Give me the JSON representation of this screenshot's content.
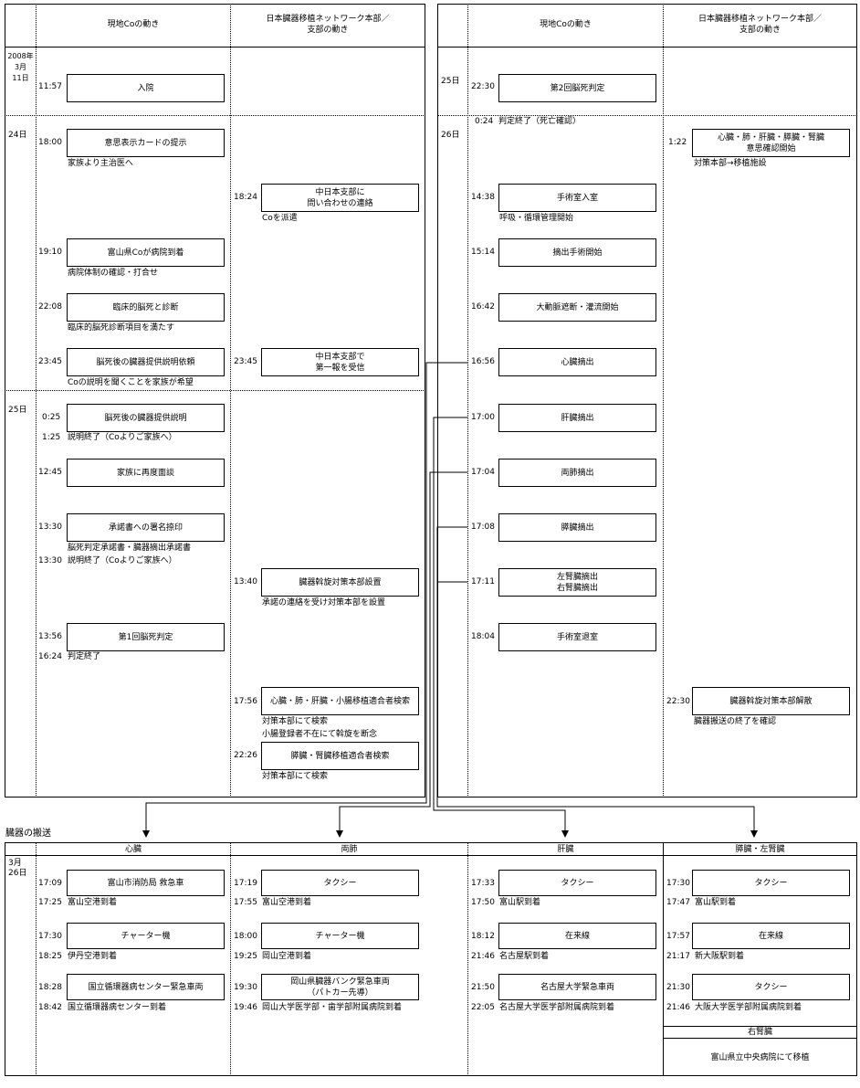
{
  "headers": {
    "col_co": "現地Coの動き",
    "col_net": "日本臓器移植ネットワーク本部／\n支部の動き"
  },
  "left_panel": {
    "days": [
      {
        "id": "d11",
        "label": "2008年\n3月\n11日"
      },
      {
        "id": "d24",
        "label": "24日"
      },
      {
        "id": "d25",
        "label": "25日"
      }
    ],
    "events": [
      {
        "id": "e1",
        "time": "11:57",
        "box": "入院",
        "note": ""
      },
      {
        "id": "e2",
        "time": "18:00",
        "box": "意思表示カードの提示",
        "note": "家族より主治医へ"
      },
      {
        "id": "e3",
        "time": "18:24",
        "box": "中日本支部に\n問い合わせの連絡",
        "note": "Coを派遣"
      },
      {
        "id": "e4",
        "time": "19:10",
        "box": "富山県Coが病院到着",
        "note": "病院体制の確認・打合せ"
      },
      {
        "id": "e5",
        "time": "22:08",
        "box": "臨床的脳死と診断",
        "note": "臨床的脳死診断項目を満たす"
      },
      {
        "id": "e6",
        "time": "23:45",
        "box": "脳死後の臓器提供説明依頼",
        "note": "Coの説明を聞くことを家族が希望"
      },
      {
        "id": "e7",
        "time": "23:45",
        "box": "中日本支部で\n第一報を受信",
        "note": ""
      },
      {
        "id": "e8",
        "time": "0:25",
        "box": "脳死後の臓器提供説明",
        "note": "説明終了（Coよりご家族へ）",
        "note_time": "1:25"
      },
      {
        "id": "e9",
        "time": "12:45",
        "box": "家族に再度面談",
        "note": ""
      },
      {
        "id": "e10",
        "time": "13:30",
        "box": "承諾書への署名捺印",
        "note": "脳死判定承諾書・臓器摘出承諾書",
        "note2_time": "13:30",
        "note2": "説明終了（Coよりご家族へ）"
      },
      {
        "id": "e11",
        "time": "13:40",
        "box": "臓器斡旋対策本部設置",
        "note": "承諾の連絡を受け対策本部を設置"
      },
      {
        "id": "e12",
        "time": "13:56",
        "box": "第1回脳死判定",
        "note": "判定終了",
        "note_time": "16:24"
      },
      {
        "id": "e13",
        "time": "17:56",
        "box": "心臓・肺・肝臓・小腸移植適合者検索",
        "note": "対策本部にて検索",
        "note2": "小腸登録者不在にて斡旋を断念"
      },
      {
        "id": "e14",
        "time": "22:26",
        "box": "膵臓・腎臓移植適合者検索",
        "note": "対策本部にて検索"
      }
    ]
  },
  "right_panel": {
    "days": [
      {
        "id": "r25",
        "label": "25日"
      },
      {
        "id": "r26",
        "label": "26日"
      }
    ],
    "events": [
      {
        "id": "f1",
        "time": "22:30",
        "box": "第2回脳死判定",
        "note": ""
      },
      {
        "id": "f2",
        "time": "0:24",
        "box": "",
        "note": "判定終了（死亡確認）"
      },
      {
        "id": "f3",
        "time": "1:22",
        "box": "心臓・肺・肝臓・膵臓・腎臓\n意思確認開始",
        "note": "対策本部→移植施設"
      },
      {
        "id": "f4",
        "time": "14:38",
        "box": "手術室入室",
        "note": "呼吸・循環管理開始"
      },
      {
        "id": "f5",
        "time": "15:14",
        "box": "摘出手術開始",
        "note": ""
      },
      {
        "id": "f6",
        "time": "16:42",
        "box": "大動脈遮断・灌流開始",
        "note": ""
      },
      {
        "id": "f7",
        "time": "16:56",
        "box": "心臓摘出",
        "note": ""
      },
      {
        "id": "f8",
        "time": "17:00",
        "box": "肝臓摘出",
        "note": ""
      },
      {
        "id": "f9",
        "time": "17:04",
        "box": "両肺摘出",
        "note": ""
      },
      {
        "id": "f10",
        "time": "17:08",
        "box": "膵臓摘出",
        "note": ""
      },
      {
        "id": "f11",
        "time": "17:11",
        "box": "左腎臓摘出\n右腎臓摘出",
        "note": ""
      },
      {
        "id": "f12",
        "time": "18:04",
        "box": "手術室退室",
        "note": ""
      },
      {
        "id": "f13",
        "time": "22:30",
        "box": "臓器斡旋対策本部解散",
        "note": "臓器搬送の終了を確認"
      }
    ]
  },
  "transport": {
    "title": "臓器の搬送",
    "date": "3月\n26日",
    "columns": [
      {
        "header": "心臓",
        "steps": [
          {
            "time": "17:09",
            "box": "富山市消防局  救急車",
            "arr_time": "17:25",
            "arr": "富山空港到着"
          },
          {
            "time": "17:30",
            "box": "チャーター機",
            "arr_time": "18:25",
            "arr": "伊丹空港到着"
          },
          {
            "time": "18:28",
            "box": "国立循環器病センター緊急車両",
            "arr_time": "18:42",
            "arr": "国立循環器病センター到着"
          }
        ]
      },
      {
        "header": "両肺",
        "steps": [
          {
            "time": "17:19",
            "box": "タクシー",
            "arr_time": "17:55",
            "arr": "富山空港到着"
          },
          {
            "time": "18:00",
            "box": "チャーター機",
            "arr_time": "19:25",
            "arr": "岡山空港到着"
          },
          {
            "time": "19:30",
            "box": "岡山県臓器バンク緊急車両\n（パトカー先導）",
            "arr_time": "19:46",
            "arr": "岡山大学医学部・歯学部附属病院到着"
          }
        ]
      },
      {
        "header": "肝臓",
        "steps": [
          {
            "time": "17:33",
            "box": "タクシー",
            "arr_time": "17:50",
            "arr": "富山駅到着"
          },
          {
            "time": "18:12",
            "box": "在来線",
            "arr_time": "21:46",
            "arr": "名古屋駅到着"
          },
          {
            "time": "21:50",
            "box": "名古屋大学緊急車両",
            "arr_time": "22:05",
            "arr": "名古屋大学医学部附属病院到着"
          }
        ]
      },
      {
        "header": "膵臓・左腎臓",
        "steps": [
          {
            "time": "17:30",
            "box": "タクシー",
            "arr_time": "17:47",
            "arr": "富山駅到着"
          },
          {
            "time": "17:57",
            "box": "在来線",
            "arr_time": "21:17",
            "arr": "新大阪駅到着"
          },
          {
            "time": "21:30",
            "box": "タクシー",
            "arr_time": "21:46",
            "arr": "大阪大学医学部附属病院到着"
          }
        ]
      }
    ],
    "right_kidney_header": "右腎臓",
    "right_kidney_text": "富山県立中央病院にて移植"
  }
}
